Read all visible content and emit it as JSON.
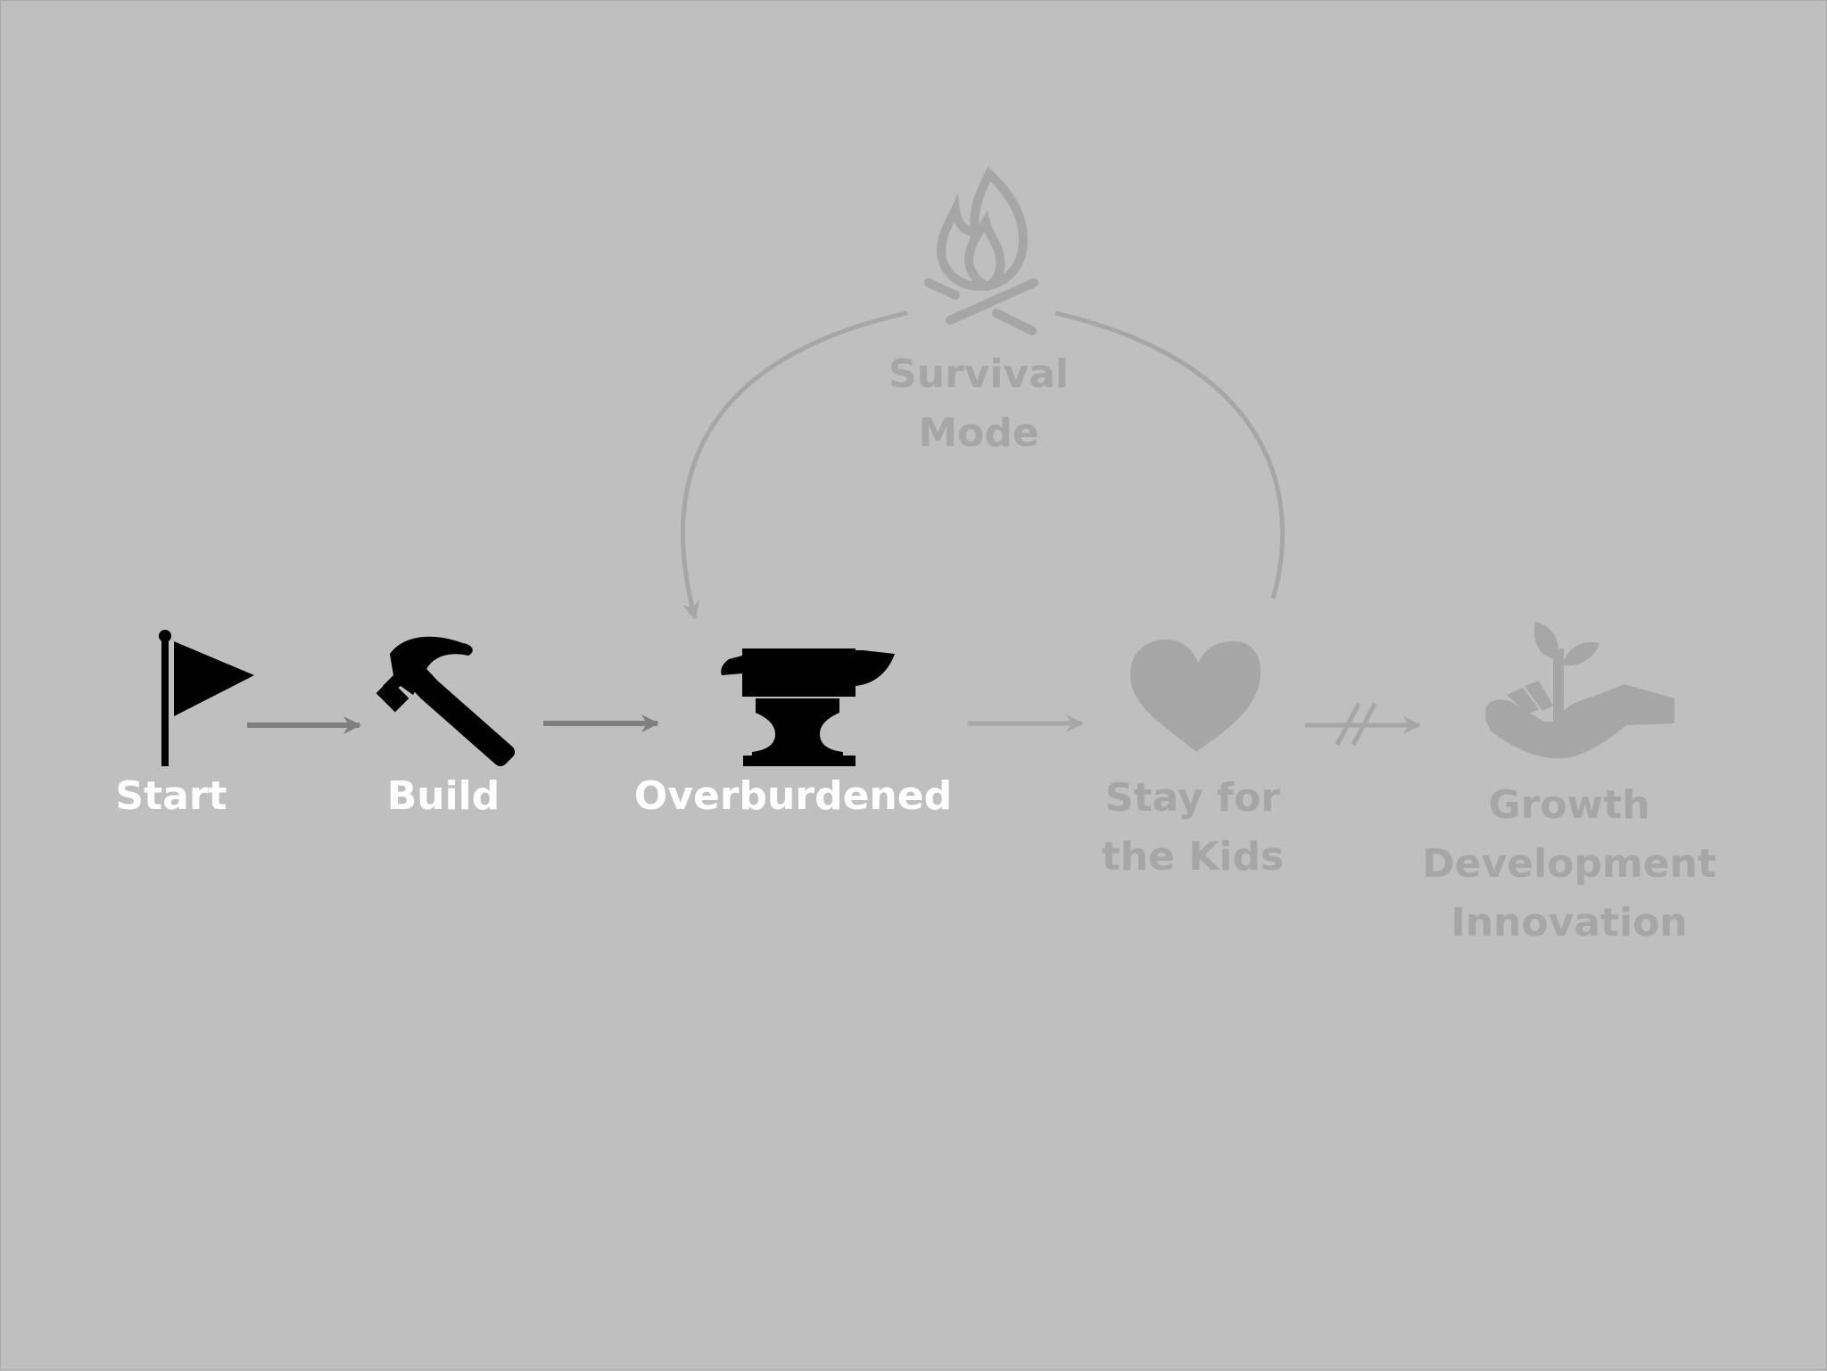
{
  "colors": {
    "background": "#bfbfbf",
    "active_icon": "#000000",
    "active_label": "#ffffff",
    "active_arrow": "#7f7f7f",
    "faded": "#a6a6a6"
  },
  "nodes": [
    {
      "id": "start",
      "label_lines": [
        "Start"
      ],
      "icon": "flag-icon",
      "state": "active"
    },
    {
      "id": "build",
      "label_lines": [
        "Build"
      ],
      "icon": "hammer-icon",
      "state": "active"
    },
    {
      "id": "overburdened",
      "label_lines": [
        "Overburdened"
      ],
      "icon": "anvil-icon",
      "state": "active"
    },
    {
      "id": "stay-for-the-kids",
      "label_lines": [
        "Stay for",
        "the Kids"
      ],
      "icon": "heart-icon",
      "state": "faded"
    },
    {
      "id": "growth",
      "label_lines": [
        "Growth",
        "Development",
        "Innovation"
      ],
      "icon": "hand-sprout-icon",
      "state": "faded"
    },
    {
      "id": "survival-mode",
      "label_lines": [
        "Survival",
        "Mode"
      ],
      "icon": "campfire-icon",
      "state": "faded"
    }
  ],
  "edges": [
    {
      "from": "start",
      "to": "build",
      "state": "active"
    },
    {
      "from": "build",
      "to": "overburdened",
      "state": "active"
    },
    {
      "from": "overburdened",
      "to": "stay-for-the-kids",
      "state": "faded"
    },
    {
      "from": "stay-for-the-kids",
      "to": "growth",
      "state": "faded",
      "blocked": true
    },
    {
      "from": "stay-for-the-kids",
      "to": "survival-mode",
      "state": "faded",
      "curved": true
    },
    {
      "from": "survival-mode",
      "to": "overburdened",
      "state": "faded",
      "curved": true
    }
  ]
}
